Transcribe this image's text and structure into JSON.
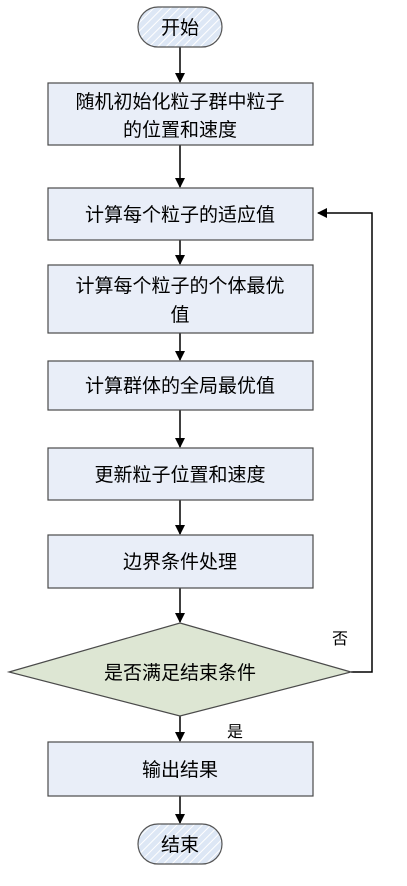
{
  "flowchart": {
    "start": "开始",
    "steps": [
      {
        "id": "init",
        "lines": [
          "随机初始化粒子群中粒子",
          "的位置和速度"
        ]
      },
      {
        "id": "fitness",
        "lines": [
          "计算每个粒子的适应值"
        ]
      },
      {
        "id": "pbest",
        "lines": [
          "计算每个粒子的个体最优",
          "值"
        ]
      },
      {
        "id": "gbest",
        "lines": [
          "计算群体的全局最优值"
        ]
      },
      {
        "id": "update",
        "lines": [
          "更新粒子位置和速度"
        ]
      },
      {
        "id": "boundary",
        "lines": [
          "边界条件处理"
        ]
      }
    ],
    "decision": "是否满足结束条件",
    "no_label": "否",
    "yes_label": "是",
    "output": "输出结果",
    "end": "结束"
  },
  "colors": {
    "box_fill": "#e9eef8",
    "box_stroke": "#4a4a4a",
    "decision_fill": "#dde6d3",
    "terminal_fill": "#dde7f5",
    "arrow": "#000000"
  }
}
